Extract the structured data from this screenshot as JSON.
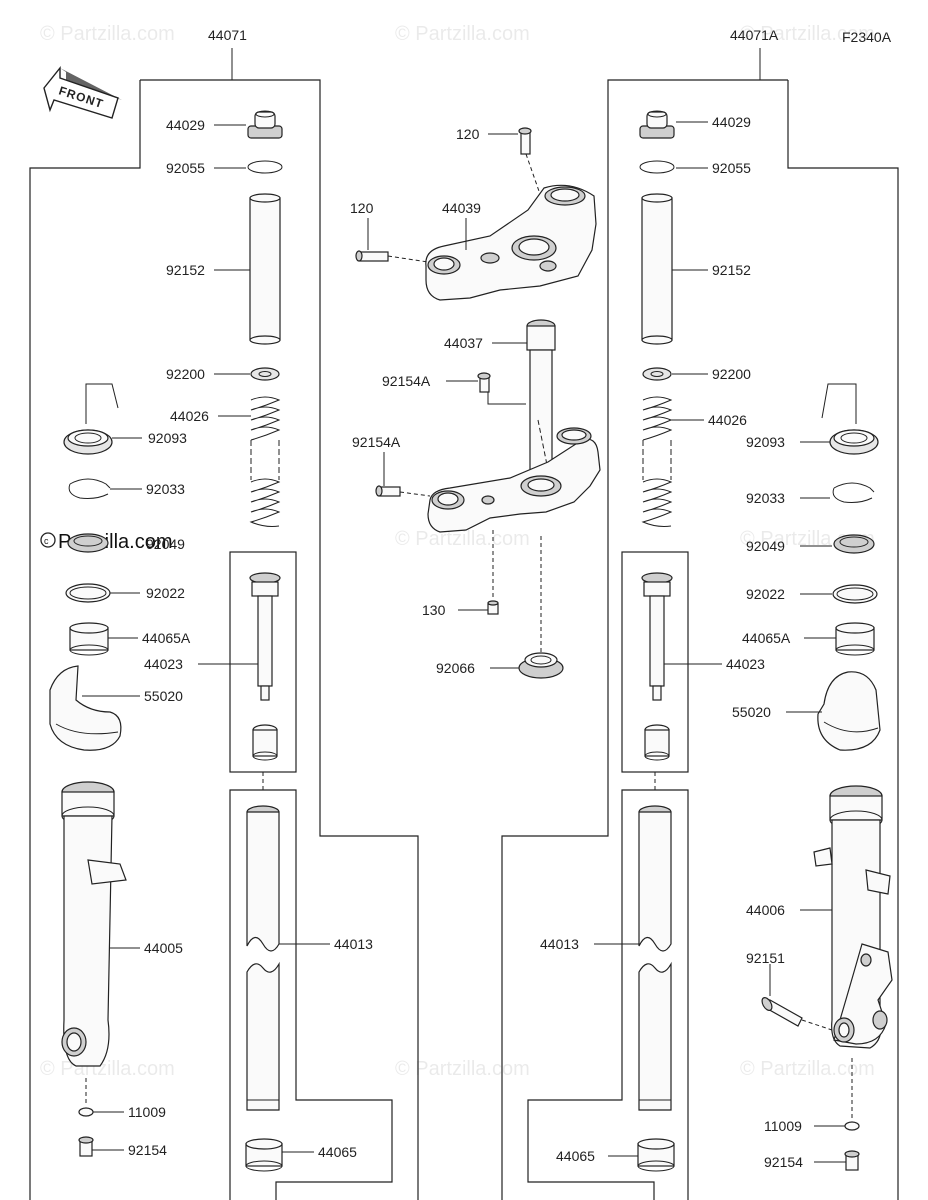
{
  "diagram_code": "F2340A",
  "front_label": "FRONT",
  "watermark": "© Partzilla.com",
  "logo_text": "Partzilla.com",
  "assembly_left": "44071",
  "assembly_right": "44071A",
  "left": {
    "cap": "44029",
    "oring": "92055",
    "spacer": "92152",
    "washer": "92200",
    "spring": "44026",
    "seal": "92093",
    "circlip": "92033",
    "oil_seal": "92049",
    "washer2": "92022",
    "bushing": "44065A",
    "guard": "55020",
    "cylinder": "44023",
    "outer_tube": "44005",
    "inner_tube": "44013",
    "guide_bush": "44065",
    "gasket": "11009",
    "bolt": "92154"
  },
  "center": {
    "bolt_top": "120",
    "bolt_side": "120",
    "upper_bracket": "44039",
    "stem": "44037",
    "bolt_a1": "92154A",
    "bolt_a2": "92154A",
    "bolt_130": "130",
    "seal_cap": "92066"
  },
  "right": {
    "cap": "44029",
    "oring": "92055",
    "spacer": "92152",
    "washer": "92200",
    "spring": "44026",
    "seal": "92093",
    "circlip": "92033",
    "oil_seal": "92049",
    "washer2": "92022",
    "bushing": "44065A",
    "cylinder": "44023",
    "guard": "55020",
    "outer_tube": "44006",
    "caliper_bolt": "92151",
    "inner_tube": "44013",
    "guide_bush": "44065",
    "gasket": "11009",
    "bolt": "92154"
  }
}
